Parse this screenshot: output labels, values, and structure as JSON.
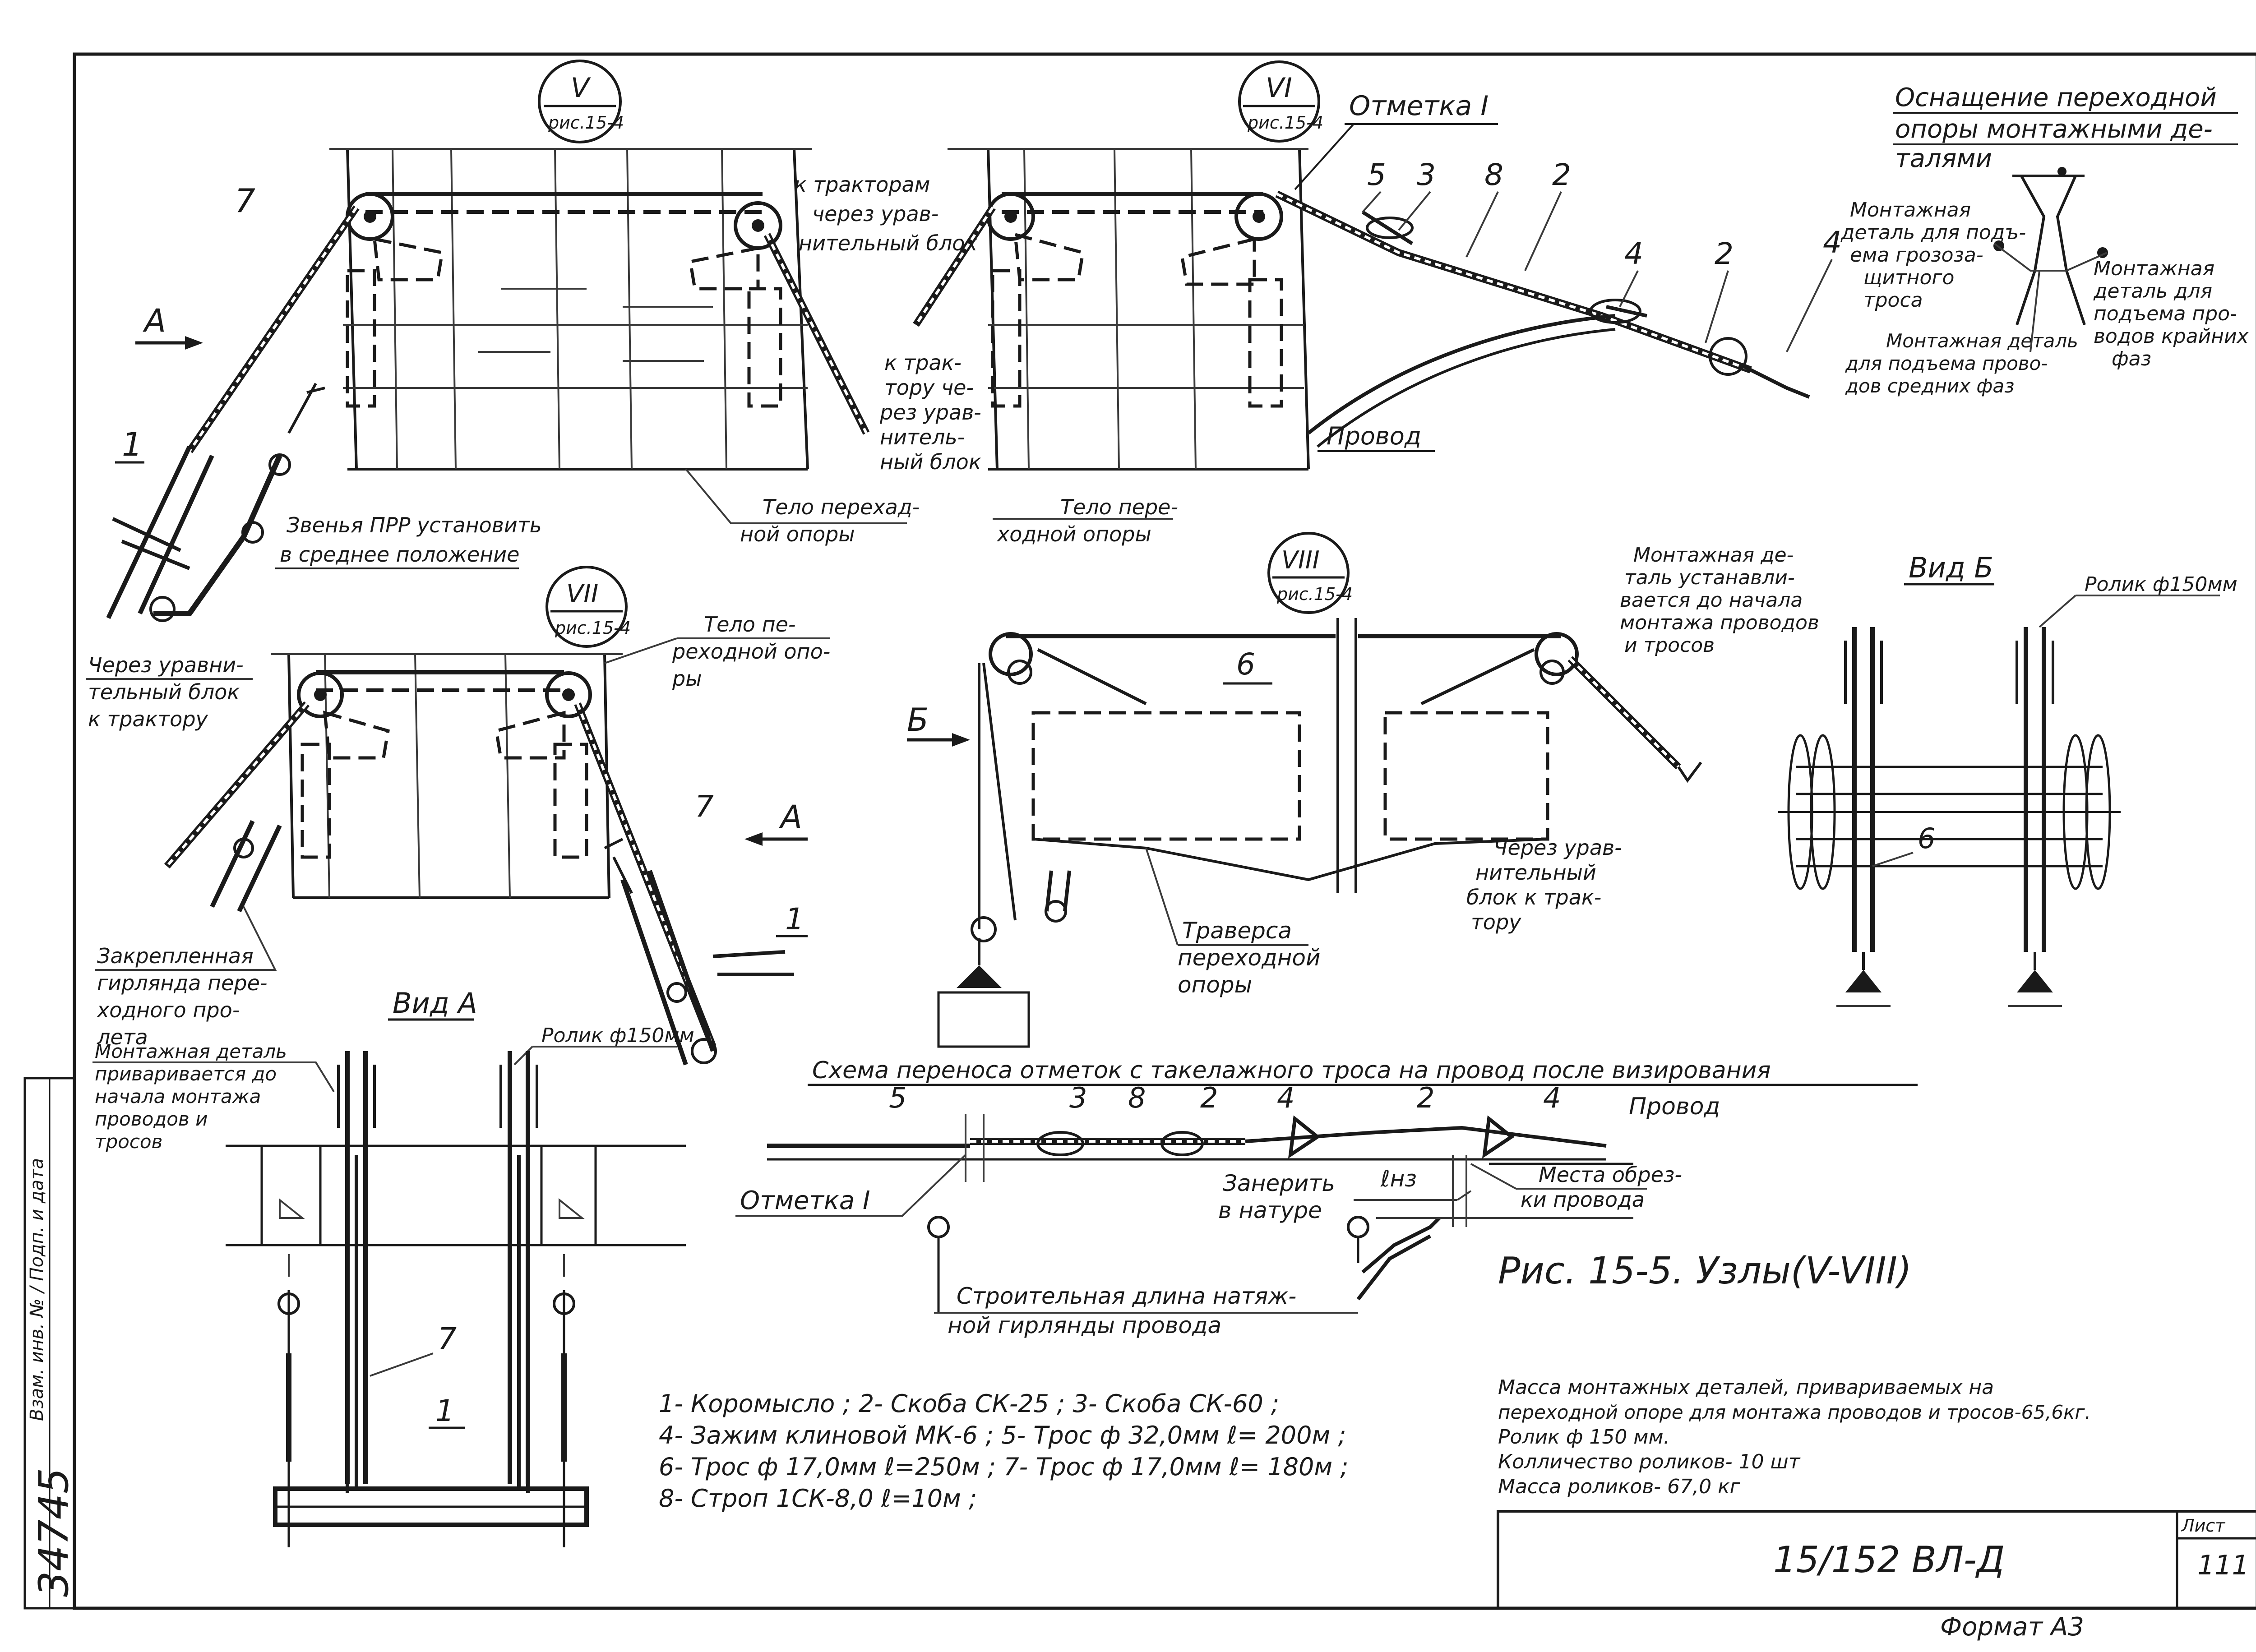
{
  "title_block": {
    "code": "15/152 ВЛ-Д",
    "sheet_label": "Лист",
    "sheet_number": "111",
    "format": "Формат А3",
    "inventory_number": "34745",
    "side_stamp": "Взам. инв. № / Подп. и дата"
  },
  "figure_caption": "Рис. 15-5. Узлы(V-VIII)",
  "callouts": {
    "v": {
      "roman": "V",
      "ref": "рис.15-4"
    },
    "vi": {
      "roman": "VI",
      "ref": "рис.15-4"
    },
    "vii": {
      "roman": "VII",
      "ref": "рис.15-4"
    },
    "viii": {
      "roman": "VIII",
      "ref": "рис.15-4"
    }
  },
  "view_letters": {
    "a": "А",
    "b": "Б"
  },
  "position_numbers": [
    "1",
    "2",
    "3",
    "4",
    "5",
    "6",
    "7",
    "8"
  ],
  "headings": {
    "equipment": [
      "Оснащение переходной",
      "опоры монтажными де-",
      "талями"
    ],
    "view_a": "Вид А",
    "view_b": "Вид Б",
    "scheme": "Схема переноса отметок с такелажного троса на провод после визирования"
  },
  "notes": {
    "to_tractors": [
      "к тракторам",
      "через урав-",
      "нительный блок"
    ],
    "to_tractor_right": [
      "к трак-",
      "тору че-",
      "рез урав-",
      "нитель-",
      "ный блок"
    ],
    "mark": "Отметка I",
    "wire": "Провод",
    "ppr_links": [
      "Звенья ПРР установить",
      "в среднее положение"
    ],
    "tower_body_1": [
      "Тело перехад-",
      "ной опоры"
    ],
    "tower_body_2": [
      "Тело пере-",
      "ходной опоры"
    ],
    "tower_body_3": [
      "Тело пе-",
      "реходной опо-",
      "ры"
    ],
    "via_block_left": [
      "Через уравни-",
      "тельный блок",
      "к трактору"
    ],
    "fixed_garland": [
      "Закрепленная",
      "гирлянда пере-",
      "ходного про-",
      "лета"
    ],
    "traverse": [
      "Траверса",
      "переходной",
      "опоры"
    ],
    "via_block_right": [
      "Через урав-",
      "нительный",
      "блок к трак-",
      "тору"
    ],
    "detail_ground_wire": [
      "Монтажная",
      "деталь для подъ-",
      "ема грозоза-",
      "щитного",
      "троса"
    ],
    "detail_outer_phases": [
      "Монтажная",
      "деталь для",
      "подъема про-",
      "водов крайних",
      "фаз"
    ],
    "detail_middle_phases": [
      "Монтажная деталь",
      "для подъема прово-",
      "дов средних фаз"
    ],
    "detail_installed": [
      "Монтажная де-",
      "таль устанавли-",
      "вается до начала",
      "монтажа проводов",
      "и тросов"
    ],
    "detail_welded": [
      "Монтажная деталь",
      "приваривается до",
      "начала монтажа",
      "проводов и",
      "тросов"
    ],
    "roller_a": "Ролик ф150мм",
    "roller_b": "Ролик ф150мм",
    "measure_in_field": [
      "Занерить",
      "в натуре"
    ],
    "lnz": "ℓнз",
    "cut_place": [
      "Места обрез-",
      "ки провода"
    ],
    "construction_length": [
      "Строительная длина натяж-",
      "ной гирлянды провода"
    ]
  },
  "legend": [
    "1- Коромысло        ; 2- Скоба СК-25 ; 3- Скоба СК-60 ;",
    "4- Зажим клиновой МК-6 ; 5- Трос ф 32,0мм ℓ= 200м ;",
    "6- Трос ф 17,0мм ℓ=250м ; 7- Трос ф 17,0мм ℓ= 180м ;",
    "8- Строп 1СК-8,0 ℓ=10м ;"
  ],
  "mass_notes": [
    "Масса монтажных деталей, привариваемых на",
    "переходной опоре для монтажа проводов и тросов-65,6кг.",
    "Ролик ф 150 мм.",
    "Колличество роликов- 10 шт",
    "Масса роликов- 67,0 кг"
  ]
}
